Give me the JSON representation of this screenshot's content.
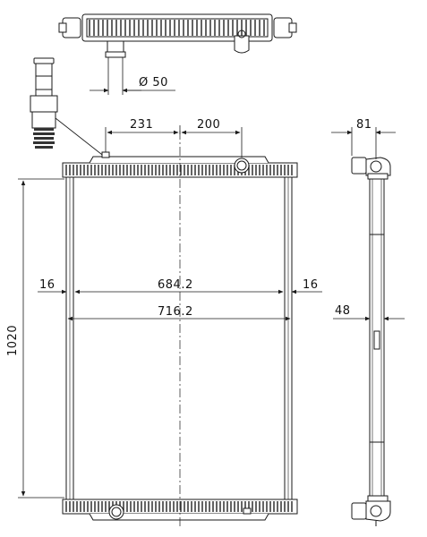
{
  "dimensions": {
    "pipe_diameter": "Ø 50",
    "inlet_offset": "231",
    "outlet_offset": "200",
    "side_depth": "81",
    "left_margin": "16",
    "right_margin": "16",
    "core_width": "684.2",
    "overall_width": "716.2",
    "height": "1020",
    "side_core_depth": "48"
  },
  "colors": {
    "line": "#1a1a1a",
    "fin": "#333333"
  }
}
